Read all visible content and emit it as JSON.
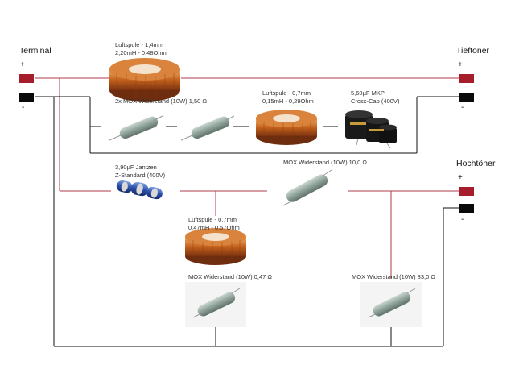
{
  "colors": {
    "positive_wire": "#b23a48",
    "negative_wire": "#111111",
    "terminal_positive": "#a61d2c",
    "terminal_negative": "#0a0a0a",
    "coil_copper": "#c4621c",
    "resistor_body": "#8fa39a",
    "capacitor_mkp": "#1a1a1a",
    "capacitor_jantzen": "#2a4ea8"
  },
  "terminals": {
    "input": {
      "title": "Terminal",
      "plus": "+",
      "minus": "-"
    },
    "woofer": {
      "title": "Tieftöner",
      "plus": "+",
      "minus": "-"
    },
    "tweeter": {
      "title": "Hochtöner",
      "plus": "+",
      "minus": "-"
    }
  },
  "components": {
    "coil_main": {
      "line1": "Luftspule - 1,4mm",
      "line2": "2,20mH - 0,48Ohm",
      "icon": "air-coil-icon"
    },
    "resistor_pair": {
      "label": "2x MOX Widerstand (10W) 1,50 Ω",
      "icon": "resistor-icon"
    },
    "coil_notch": {
      "line1": "Luftspule - 0,7mm",
      "line2": "0,15mH - 0,29Ohm",
      "icon": "air-coil-icon"
    },
    "cap_mkp": {
      "line1": "5,60µF MKP",
      "line2": "Cross-Cap (400V)",
      "icon": "capacitor-icon"
    },
    "cap_jantzen": {
      "line1": "3,90µF Jantzen",
      "line2": "Z-Standard (400V)",
      "icon": "capacitor-icon"
    },
    "resistor_series": {
      "label": "MOX Widerstand (10W) 10,0 Ω",
      "icon": "resistor-icon"
    },
    "coil_tweeter": {
      "line1": "Luftspule - 0,7mm",
      "line2": "0,47mH - 0,57Ohm",
      "icon": "air-coil-icon"
    },
    "resistor_047": {
      "label": "MOX Widerstand (10W) 0,47 Ω",
      "icon": "resistor-icon"
    },
    "resistor_33": {
      "label": "MOX Widerstand (10W) 33,0 Ω",
      "icon": "resistor-icon"
    }
  }
}
